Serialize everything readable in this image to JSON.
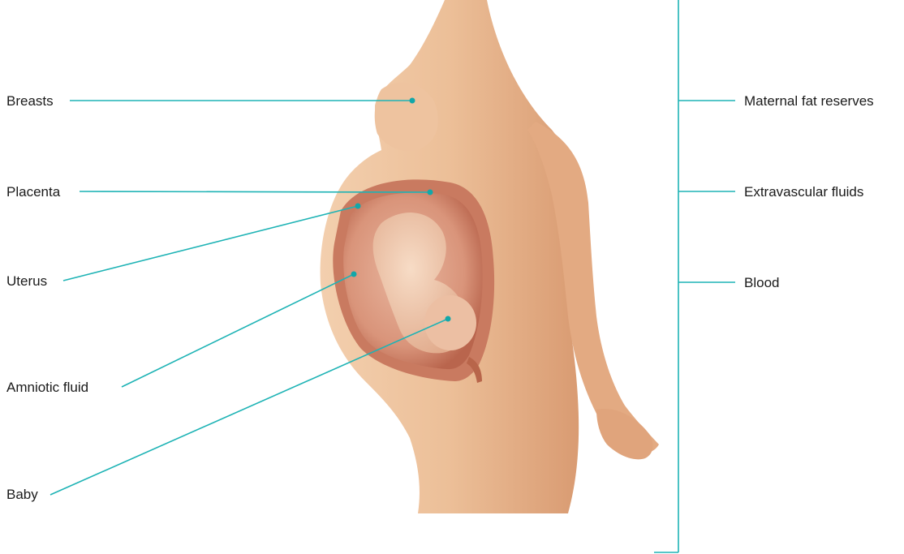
{
  "labels_left": {
    "breasts": "Breasts",
    "placenta": "Placenta",
    "uterus": "Uterus",
    "amniotic_fluid": "Amniotic fluid",
    "baby": "Baby"
  },
  "labels_right": {
    "maternal_fat": "Maternal fat reserves",
    "extravascular": "Extravascular fluids",
    "blood": "Blood"
  },
  "colors": {
    "leader": "#1eb3b5",
    "skin": "#e8b48c",
    "uterus_wall": "#c97a60",
    "text": "#1a1a1a"
  }
}
